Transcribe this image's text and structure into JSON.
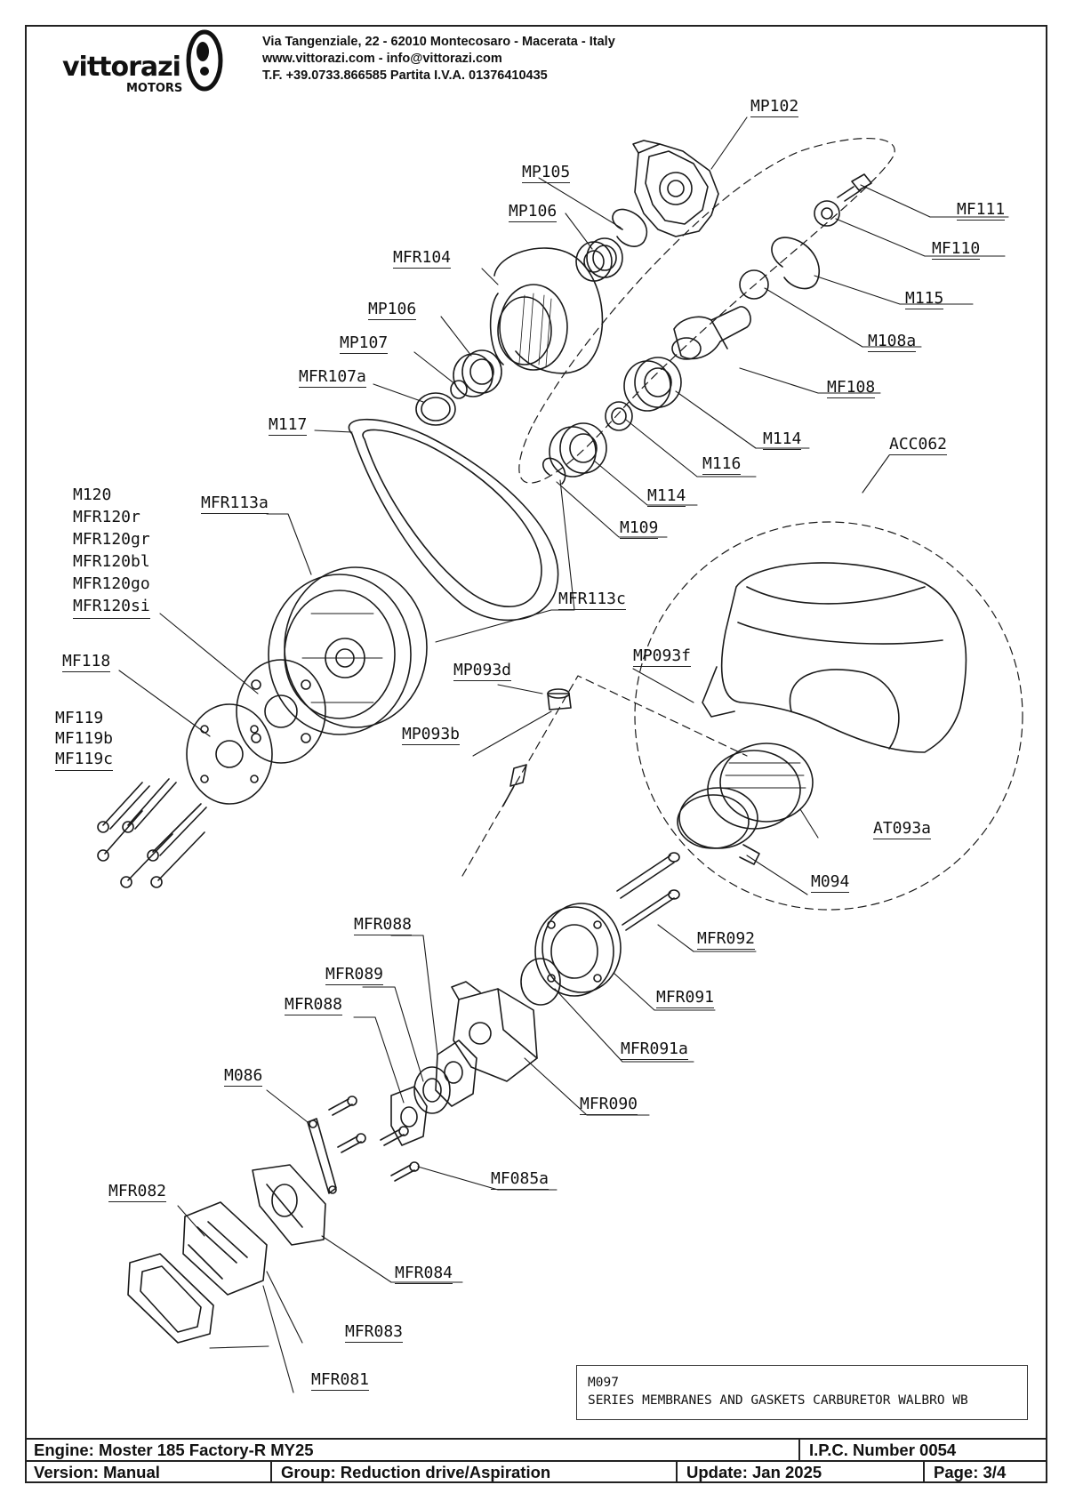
{
  "header": {
    "logo": {
      "brand": "vittorazi",
      "sub": "MOTORS"
    },
    "address_line": "Via Tangenziale, 22 - 62010 Montecosaro - Macerata - Italy",
    "web_line": "www.vittorazi.com - info@vittorazi.com",
    "phone_line": "T.F. +39.0733.866585 Partita I.V.A. 01376410435"
  },
  "callouts": {
    "MP102": "MP102",
    "MP105": "MP105",
    "MP106_top": "MP106",
    "MF111": "MF111",
    "MF110": "MF110",
    "MFR104": "MFR104",
    "M115": "M115",
    "MP106_mid": "MP106",
    "MP107": "MP107",
    "M108a": "M108a",
    "MFR107a": "MFR107a",
    "MF108": "MF108",
    "M117": "M117",
    "M114_upper": "M114",
    "ACC062": "ACC062",
    "M116": "M116",
    "MFR113a": "MFR113a",
    "M114_lower": "M114",
    "M109": "M109",
    "MFR113c": "MFR113c",
    "MF118": "MF118",
    "MP093f": "MP093f",
    "MP093d": "MP093d",
    "MP093b": "MP093b",
    "AT093a": "AT093a",
    "M094": "M094",
    "MFR092": "MFR092",
    "MFR088_upper": "MFR088",
    "MFR089": "MFR089",
    "MFR091": "MFR091",
    "MFR088_lower": "MFR088",
    "MFR091a": "MFR091a",
    "MFR090": "MFR090",
    "M086": "M086",
    "MF085a": "MF085a",
    "MFR082": "MFR082",
    "MFR084": "MFR084",
    "MFR083": "MFR083",
    "MFR081": "MFR081"
  },
  "stacked_labels": {
    "m120_group": [
      "M120",
      "MFR120r",
      "MFR120gr",
      "MFR120bl",
      "MFR120go",
      "MFR120si"
    ],
    "mf119_group": [
      "MF119",
      "MF119b",
      "MF119c"
    ]
  },
  "note_box": {
    "line1": "M097",
    "line2": "SERIES MEMBRANES AND GASKETS CARBURETOR WALBRO WB"
  },
  "title_block": {
    "engine": "Engine: Moster 185 Factory-R MY25",
    "ipc": "I.P.C. Number 0054",
    "version": "Version: Manual",
    "group": "Group: Reduction drive/Aspiration",
    "update": "Update: Jan 2025",
    "page": "Page: 3/4"
  }
}
